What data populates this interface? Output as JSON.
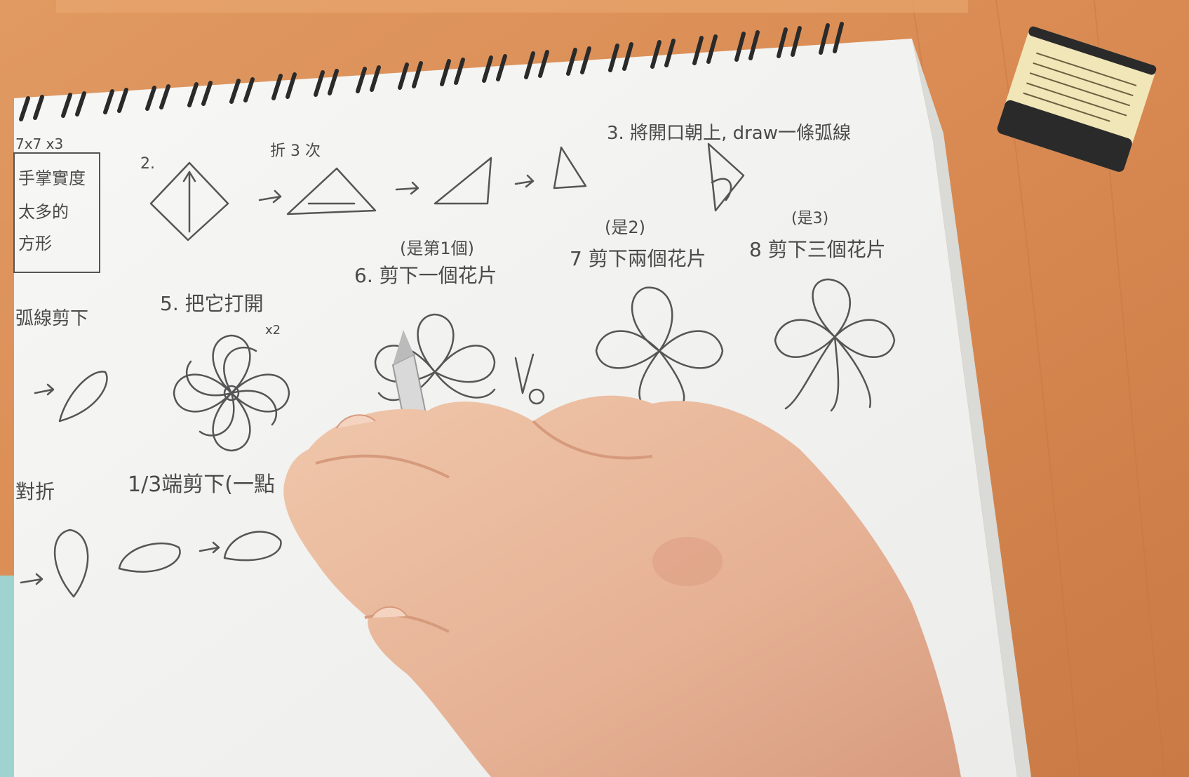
{
  "photo": {
    "subject": "hand-drawn paper flower cutting instructions in a spiral sketchbook",
    "colors": {
      "desk": "#d98a52",
      "desk_dark": "#c27340",
      "paper": "#f4f4f2",
      "pencil_line": "#555555",
      "skin": "#e9b79a",
      "skin_shadow": "#d69a7d",
      "teal_accent": "#9fd3cf",
      "spiral": "#2a2a2a",
      "pen_blue": "#1f5bd6"
    }
  },
  "notes": {
    "corner_note": "7x7 x3",
    "box_line_1": "手掌實度",
    "box_line_2": "太多的",
    "box_line_3": "方形",
    "step2": "2.",
    "fold_three": "折 3 次",
    "step3": "3. 將開口朝上, draw一條弧線",
    "step4_label": "弧線剪下",
    "step5": "5. 把它打開",
    "x2": "x2",
    "step6_note": "(是第1個)",
    "step6": "6. 剪下一個花片",
    "step7_note": "(是2)",
    "step7": "7 剪下兩個花片",
    "step8_note": "(是3)",
    "step8": "8 剪下三個花片",
    "fold_left": "對折",
    "step_bottom": "1/3端剪下(一點"
  }
}
